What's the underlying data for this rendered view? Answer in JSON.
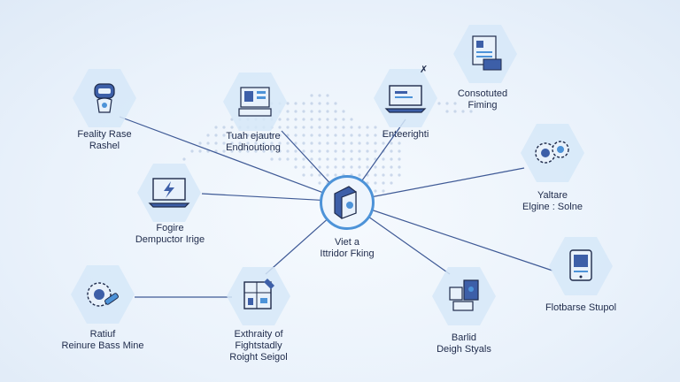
{
  "diagram": {
    "hub": {
      "label_line1": "Viet a",
      "label_line2": "Ittridor Fking"
    },
    "nodes": [
      {
        "id": "top-left",
        "line1": "Feality Rase",
        "line2": "Rashel",
        "icon": "robot-icon"
      },
      {
        "id": "top-center",
        "line1": "Tuah ejautre",
        "line2": "Endhoutiong",
        "icon": "office-desk-icon"
      },
      {
        "id": "top-right-laptop",
        "line1": "Enteerighti",
        "line2": "",
        "icon": "laptop-icon"
      },
      {
        "id": "top-right",
        "line1": "Consotuted",
        "line2": "Fiming",
        "icon": "document-stack-icon"
      },
      {
        "id": "right-upper",
        "line1": "Yaltare",
        "line2": "Elgine : Solne",
        "icon": "gears-icon"
      },
      {
        "id": "right-lower",
        "line1": "Flotbarse Stupol",
        "line2": "",
        "icon": "tablet-icon"
      },
      {
        "id": "mid-left",
        "line1": "Fogire",
        "line2": "Dempuctor Irige",
        "icon": "laptop-lightning-icon"
      },
      {
        "id": "bottom-left",
        "line1": "Ratiuf",
        "line2": "Reinure Bass Mine",
        "icon": "gear-wrench-icon"
      },
      {
        "id": "bottom-center",
        "line1": "Exthraity of",
        "line2": "Fightstadly",
        "line3": "Roight Seigol",
        "icon": "blueprint-icon"
      },
      {
        "id": "bottom-right",
        "line1": "Barlid",
        "line2": "Deigh Styals",
        "icon": "building-blocks-icon"
      }
    ]
  },
  "colors": {
    "line": "#3f5a96",
    "accent": "#4d93d8",
    "hex": "#d6e7f8",
    "dot": "#b9cbe3"
  }
}
